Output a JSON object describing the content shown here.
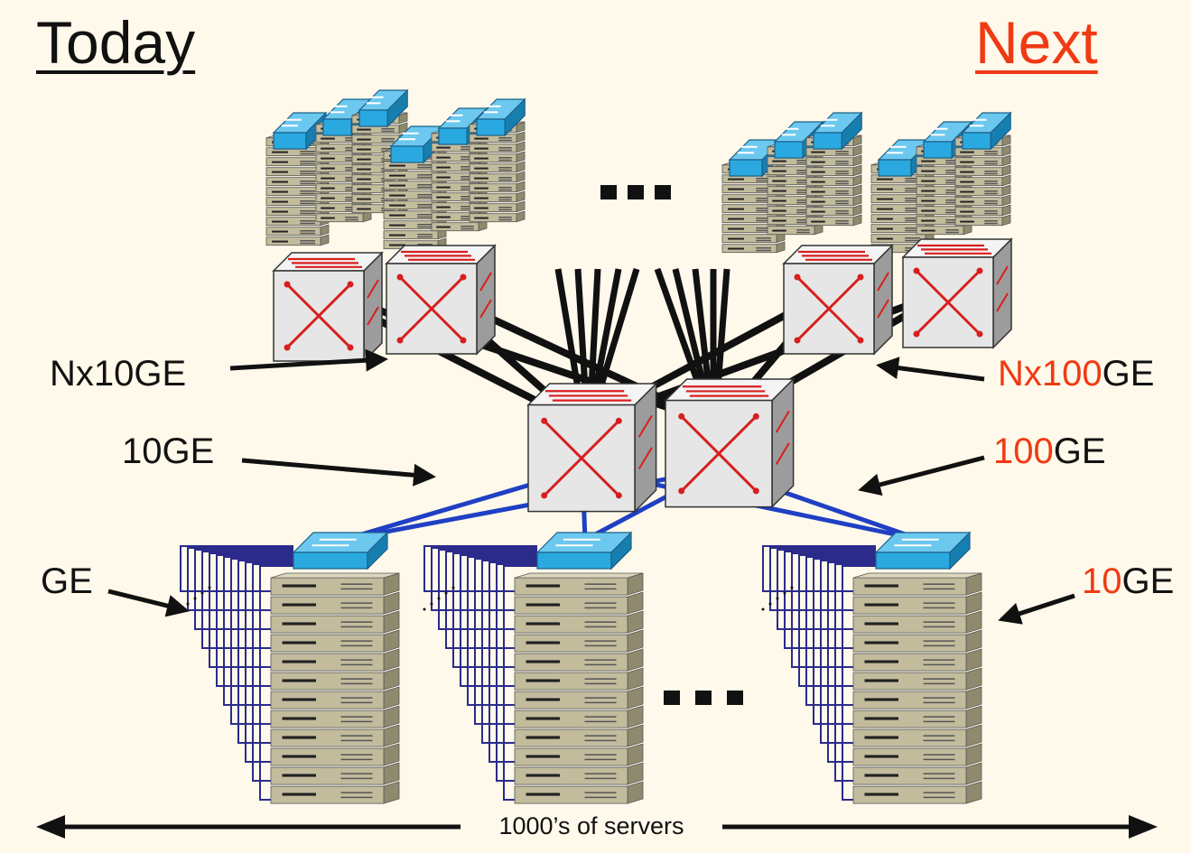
{
  "headings": {
    "left": "Today",
    "right": "Next"
  },
  "labels": {
    "left_uplink": "Nx10GE",
    "left_core": "10GE",
    "left_access": "GE",
    "right_uplink_prefix": "Nx100",
    "right_uplink_suffix": "GE",
    "right_core_prefix": "100",
    "right_core_suffix": "GE",
    "right_access_prefix": "10",
    "right_access_suffix": "GE"
  },
  "ellipsis": "...",
  "bottom_span": "1000’s of servers",
  "colors": {
    "background": "#fef9ea",
    "next_accent": "#f03a14",
    "link_blue": "#1f3fc4",
    "cable_navy": "#2b2b8c",
    "server_tan": "#c2bc9d",
    "switch_blue": "#2aa9e0",
    "router_gray": "#e6e6e6",
    "arrow_red": "#d81e1e"
  },
  "icons": [
    "core-router-icon",
    "aggregation-router-icon",
    "access-switch-icon",
    "server-rack-icon",
    "double-arrow-icon"
  ]
}
